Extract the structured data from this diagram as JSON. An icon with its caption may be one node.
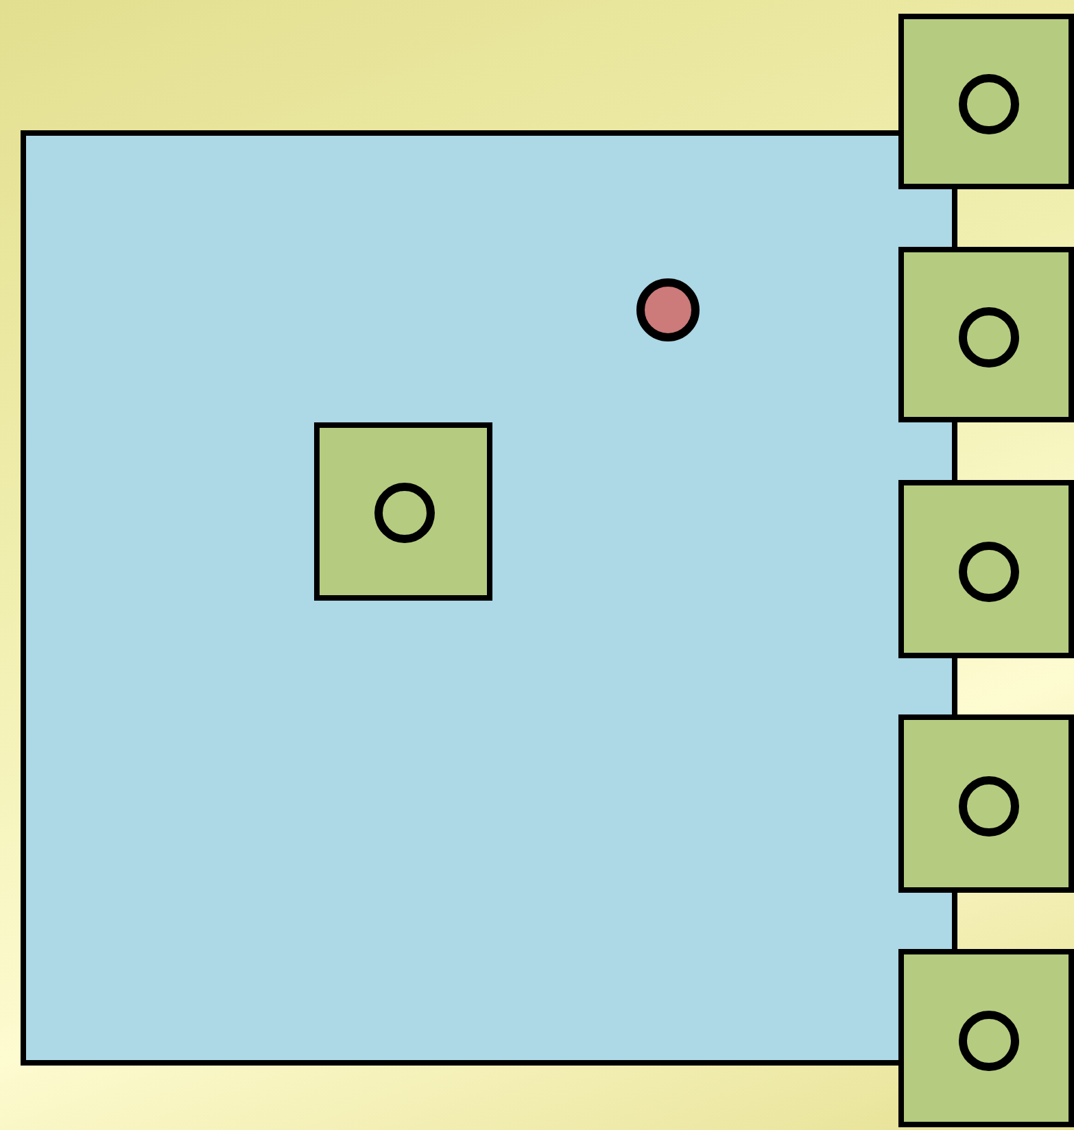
{
  "diagram": {
    "nodes": [
      {
        "text": [],
        "shape": "box"
      },
      {
        "text": [],
        "shape": "circle",
        "in": 0
      },
      {
        "text": [],
        "shape": "box"
      },
      {
        "text": [],
        "shape": "circle",
        "in": 2
      },
      {
        "text": [],
        "shape": "box"
      },
      {
        "text": [],
        "shape": "circle",
        "in": 4
      },
      {
        "text": [],
        "shape": "box",
        "in": 2
      },
      {
        "text": [],
        "shape": "circle",
        "in": 6
      },
      {
        "text": [],
        "shape": "box"
      },
      {
        "text": [],
        "shape": "circle",
        "in": 8
      },
      {
        "text": [],
        "shape": "box"
      },
      {
        "text": [],
        "shape": "circle",
        "in": 10
      },
      {
        "text": [],
        "shape": "box"
      },
      {
        "text": [],
        "shape": "circle",
        "in": 12
      }
    ]
  }
}
